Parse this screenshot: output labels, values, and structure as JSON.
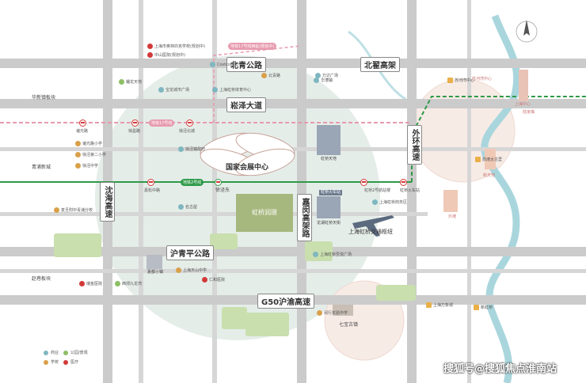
{
  "colors": {
    "circle_fill": "#dfe9e3",
    "road": "#c9c9c9",
    "road_edge": "#b9b9b9",
    "line2_green": "#2e9a48",
    "line17_pink": "#e79aae",
    "metro_red": "#d23a3a",
    "river": "#a9d6dd",
    "park": "#c9dfae",
    "project_block": "#a6b87d",
    "legend_school": "#7fb7c0",
    "legend_park": "#8dbf66",
    "legend_hospital": "#d9a04a",
    "legend_metro": "#d23a3a",
    "hotel": "#e9b04a"
  },
  "roads": {
    "beiqing": "北青公路",
    "beizhai": "北翟高架",
    "songze": "崧泽大道",
    "huqingping": "沪青平公路",
    "g50": "G50沪渝高速",
    "shenhai": "沈海高速",
    "jiamin": "嘉闵高架路",
    "waihuan": "外环高速"
  },
  "landmarks": {
    "convention_center": "国家会展中心",
    "project_name": "虹桥润璟",
    "hub": "上海虹桥交通枢纽",
    "qibao": "七宝古镇",
    "hongqiao_station_label": "虹桥火车站",
    "xujing_east": "徐泾东",
    "hongqiao_tiandi": "虹桥天地",
    "longhu": "龙湖虹桥天街",
    "xiamiao": "夏都小镇"
  },
  "metro_tags": {
    "line2": "地铁2号线",
    "line17": "地铁17号线",
    "line17_ext": "地铁17号线西延(规划中)"
  },
  "metro_stations": [
    {
      "name": "诸光路"
    },
    {
      "name": "徐盈路"
    },
    {
      "name": "徐泾北城"
    },
    {
      "name": "嘉松中路"
    },
    {
      "name": "虹桥2号航站楼"
    },
    {
      "name": "虹桥火车站"
    }
  ],
  "pois": [
    {
      "name": "上海市奥林匹克学校(规划中)",
      "kind": "hospital"
    },
    {
      "name": "中山医院(规划中)",
      "kind": "hospital"
    },
    {
      "name": "Costco超市",
      "kind": "school"
    },
    {
      "name": "北青路",
      "kind": "school"
    },
    {
      "name": "万达广场",
      "kind": "school"
    },
    {
      "name": "宝龙城市广场",
      "kind": "school"
    },
    {
      "name": "上海虹桥体育中心",
      "kind": "school"
    },
    {
      "name": "蟠龙天地",
      "kind": "park"
    },
    {
      "name": "诸光路小学",
      "kind": "school"
    },
    {
      "name": "徐泾第二小学",
      "kind": "school"
    },
    {
      "name": "徐泾中学",
      "kind": "school"
    },
    {
      "name": "复旦附中青浦分校",
      "kind": "school"
    },
    {
      "name": "上海虹桥商务区",
      "kind": "school"
    },
    {
      "name": "瑞金医院",
      "kind": "hospital"
    },
    {
      "name": "仁和医院",
      "kind": "hospital"
    },
    {
      "name": "西郊九龙湾",
      "kind": "park"
    },
    {
      "name": "徐泾镇政府",
      "kind": "school"
    },
    {
      "name": "名古屋",
      "kind": "school"
    },
    {
      "name": "上海虹桥吾悦广场",
      "kind": "school"
    },
    {
      "name": "上海天山中学",
      "kind": "school"
    },
    {
      "name": "闵行实验中学",
      "kind": "school"
    },
    {
      "name": "华漕镇",
      "kind": "school"
    },
    {
      "name": "苏河湾中心",
      "kind": "hotel"
    },
    {
      "name": "前滩太古里",
      "kind": "hotel"
    },
    {
      "name": "上海万象城",
      "kind": "hotel"
    },
    {
      "name": "新虹桥",
      "kind": "hotel"
    }
  ],
  "districts": [
    {
      "name": "华新镇板块"
    },
    {
      "name": "青浦新城"
    },
    {
      "name": "赵巷板块"
    }
  ],
  "legend": [
    {
      "label": "商业",
      "kind": "school"
    },
    {
      "label": "公园/景观",
      "kind": "park"
    },
    {
      "label": "学校",
      "kind": "hospital"
    },
    {
      "label": "医疗",
      "kind": "metro"
    }
  ],
  "right_labels": {
    "suhewan": "苏河湾中心",
    "shanghai_center": "上海中心",
    "lujiazui": "陆家嘴",
    "xintiandi": "新天地",
    "waitan": "外滩"
  },
  "watermark": "搜狐号@搜狐焦点淮南站"
}
